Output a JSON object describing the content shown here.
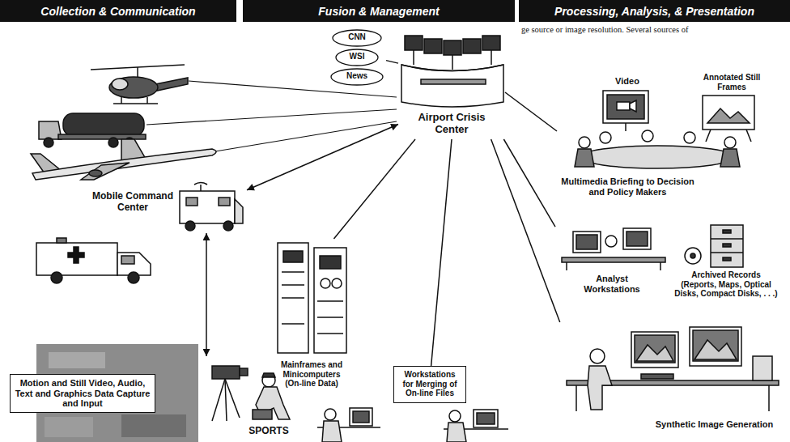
{
  "diagram": {
    "nodes": [
      {
        "text": [
          "Collection & Communication"
        ]
      },
      {
        "text": [
          "Fusion & Management"
        ]
      },
      {
        "text": [
          "Processing, Analysis, & Presentation"
        ]
      },
      {
        "text": [
          "CNN",
          "WSI",
          "News"
        ]
      },
      {
        "text": [
          "Airport Crisis Center"
        ]
      },
      {
        "text": [
          "Mobile Command Center"
        ]
      },
      {
        "text": [
          "Motion and Still Video, Audio, Text and Graphics Data Capture and Input"
        ]
      },
      {
        "text": [
          "SPORTS"
        ]
      },
      {
        "text": [
          "Mainframes and Minicomputers (On-line Data)"
        ]
      },
      {
        "text": [
          "Workstations for Merging of On-line Files"
        ]
      },
      {
        "text": [
          "Multimedia Briefing to Decision and Policy Makers"
        ]
      },
      {
        "text": [
          "Analyst Workstations"
        ]
      },
      {
        "text": [
          "Archived Records (Reports, Maps, Optical Disks, Compact Disks, . . .)"
        ]
      },
      {
        "text": [
          "Synthetic Image Generation"
        ]
      }
    ],
    "edges": [
      {
        "from": 3,
        "to": 4,
        "arrow": "none"
      },
      {
        "from": 5,
        "to": 4,
        "arrow": "both"
      },
      {
        "from": 7,
        "to": 5,
        "arrow": "both"
      },
      {
        "from": 4,
        "to": 8,
        "arrow": "none"
      },
      {
        "from": 4,
        "to": 9,
        "arrow": "none"
      },
      {
        "from": 4,
        "to": 10,
        "arrow": "none"
      },
      {
        "from": 4,
        "to": 11,
        "arrow": "none"
      },
      {
        "from": 4,
        "to": 13,
        "arrow": "none"
      }
    ],
    "labels": [
      "Video",
      "Annotated Still Frames",
      "ge source or image resolution. Several sources of"
    ]
  }
}
